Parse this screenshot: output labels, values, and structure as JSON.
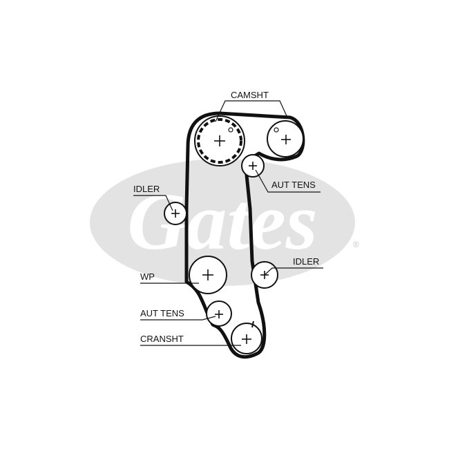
{
  "logo": {
    "wordmark": "Gates",
    "registered": "®"
  },
  "labels": {
    "camshaft": "CAMSHT",
    "tensioner_top": "AUT TENS",
    "idler_left": "IDLER",
    "idler_right": "IDLER",
    "water_pump": "WP",
    "tensioner_bottom": "AUT TENS",
    "crankshaft": "CRANSHT"
  },
  "colors": {
    "belt": "#111111",
    "logo_ellipse": "#e3e3e3",
    "logo_wordmark": "#ffffff"
  }
}
